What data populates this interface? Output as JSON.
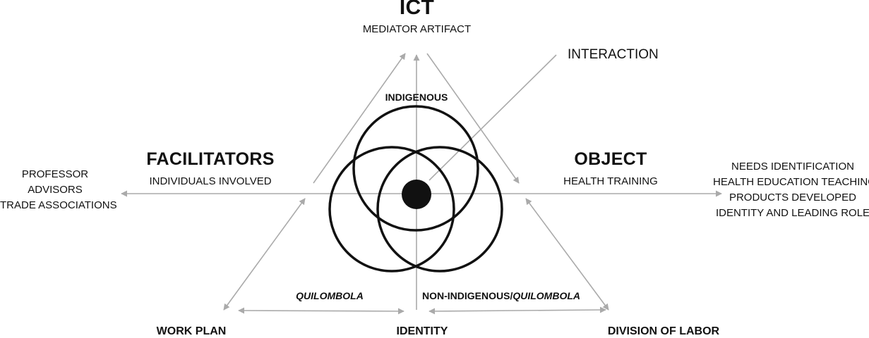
{
  "top": {
    "title": "ICT",
    "subtitle": "MEDIATOR ARTIFACT"
  },
  "interaction": "INTERACTION",
  "left": {
    "title": "FACILITATORS",
    "subtitle": "INDIVIDUALS INVOLVED",
    "items": [
      "PROFESSOR",
      "ADVISORS",
      "TRADE ASSOCIATIONS"
    ]
  },
  "right": {
    "title": "OBJECT",
    "subtitle": "HEALTH TRAINING",
    "items": [
      "NEEDS IDENTIFICATION",
      "HEALTH EDUCATION TEACHING",
      "PRODUCTS DEVELOPED",
      "IDENTITY AND LEADING ROLE"
    ]
  },
  "circles": {
    "top": "INDIGENOUS",
    "left": "QUILOMBOLA",
    "right_prefix": "NON-INDIGENOUS/",
    "right_italic": "QUILOMBOLA"
  },
  "bottom": {
    "left": "WORK PLAN",
    "center": "IDENTITY",
    "right": "DIVISION OF LABOR"
  },
  "colors": {
    "lines": "#aaaaaa",
    "circles": "#111111",
    "text": "#111111"
  }
}
